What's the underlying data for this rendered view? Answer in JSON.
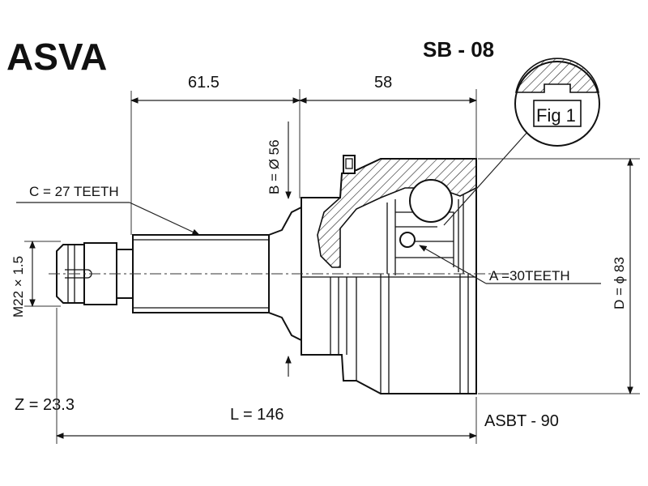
{
  "brand": "ASVA",
  "part_number": "SB - 08",
  "oem_number": "ASBT - 90",
  "dimensions": {
    "shaft_length": "61.5",
    "housing_length": "58",
    "bearing_diameter": "B = Ø 56",
    "outer_diameter": "D = ϕ 83",
    "thread": "M22 × 1.5",
    "outer_teeth": "C = 27 TEETH",
    "inner_teeth": "A =30TEETH",
    "total_length": "L = 146",
    "z_value": "Z = 23.3"
  },
  "figure_label": "Fig 1",
  "colors": {
    "line": "#111111",
    "background": "#ffffff"
  }
}
